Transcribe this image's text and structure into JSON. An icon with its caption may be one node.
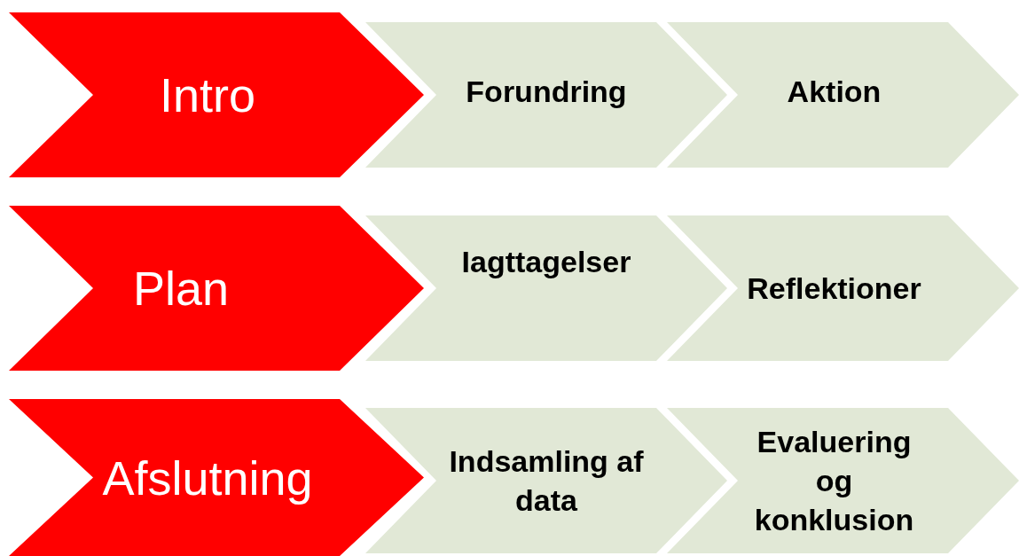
{
  "diagram": {
    "nodes": [
      {
        "text": [
          "Intro"
        ]
      },
      {
        "text": [
          "Forundring"
        ]
      },
      {
        "text": [
          "Aktion"
        ]
      },
      {
        "text": [
          "Plan"
        ]
      },
      {
        "text": [
          "Iagttagelser"
        ]
      },
      {
        "text": [
          "Reflektioner"
        ]
      },
      {
        "text": [
          "Afslutning"
        ]
      },
      {
        "text": [
          "Indsamling af data"
        ]
      },
      {
        "text": [
          "Evaluering og konklusion"
        ]
      }
    ]
  }
}
